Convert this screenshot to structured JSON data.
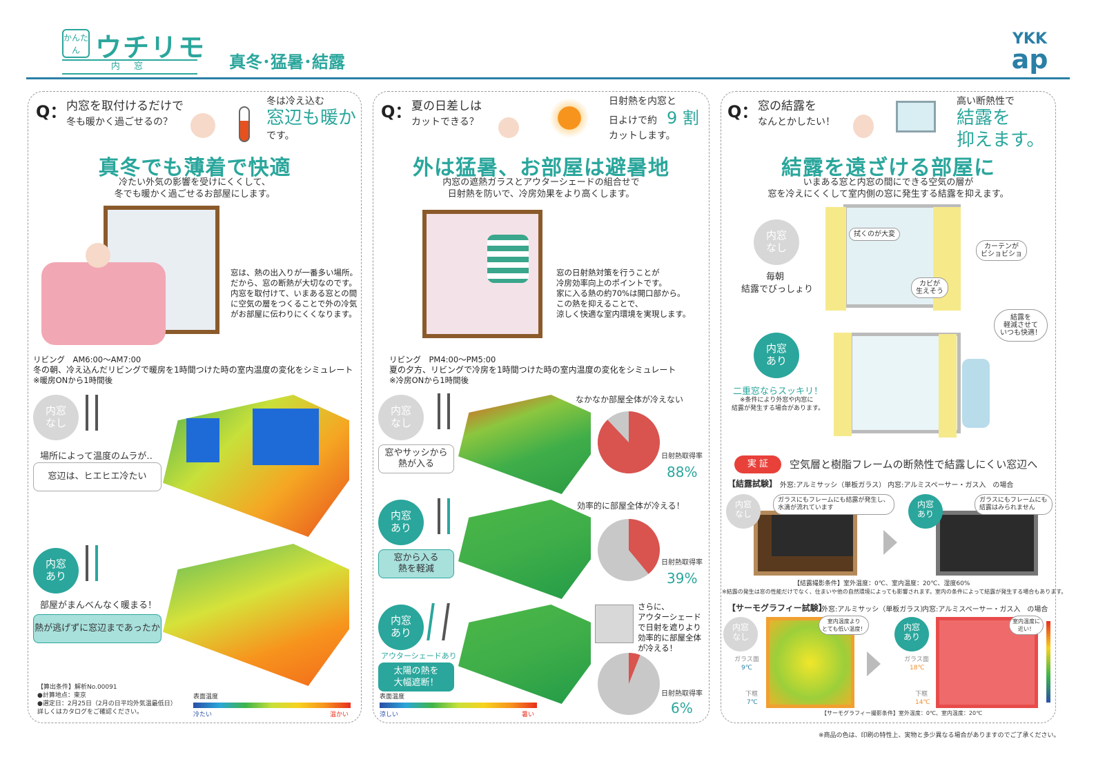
{
  "header": {
    "logo_box": "かんたん",
    "logo_main": "ウチリモ",
    "logo_sub": "内 窓",
    "title": "真冬･猛暑･結露",
    "brand_top": "YKK",
    "brand_bottom": "ap"
  },
  "p1": {
    "q_mark": "Q：",
    "question_l1": "内窓を取付けるだけで",
    "question_l2": "冬も暖かく過ごせるの？",
    "ans_small1": "冬は冷え込む",
    "ans_big": "窓辺も暖か",
    "ans_small2": "です。",
    "headline": "真冬でも薄着で快適",
    "sub_l1": "冷たい外気の影響を受けにくくして、",
    "sub_l2": "冬でも暖かく過ごせるお部屋にします。",
    "body": [
      "窓は、熱の出入りが一番多い場所。",
      "だから、窓の断熱が大切なのです。",
      "内窓を取付けて、いまある窓との間",
      "に空気の層をつくることで外の冷気",
      "がお部屋に伝わりにくくなります。"
    ],
    "sim_l1": "リビング　AM6:00〜AM7:00",
    "sim_l2": "冬の朝、冷え込んだリビングで暖房を1時間つけた時の室内温度の変化をシミュレート",
    "sim_l3": "※暖房ONから1時間後",
    "without_label": "内窓\nなし",
    "without_caption": "場所によって温度のムラが‥",
    "without_box": "窓辺は、ヒエヒエ冷たい",
    "with_label": "内窓\nあり",
    "with_caption": "部屋がまんべんなく暖まる！",
    "with_box": "熱が逃げずに窓辺まであったか",
    "cond_l1": "【算出条件】解析No.00091",
    "cond_l2": "●計算地点：東京",
    "cond_l3": "●選定日：2月25日（2月の日平均外気温最低日）",
    "cond_l4": "詳しくはカタログをご確認ください。",
    "scale_title": "表面温度",
    "scale_cold": "冷たい",
    "scale_warm": "温かい"
  },
  "p2": {
    "q_mark": "Q：",
    "question_l1": "夏の日差しは",
    "question_l2": "カットできる？",
    "ans_l1": "日射熱を内窓と",
    "ans_l2a": "日よけで約",
    "ans_big": "9 割",
    "ans_l3": "カットします。",
    "headline": "外は猛暑、お部屋は避暑地",
    "sub_l1": "内窓の遮熱ガラスとアウターシェードの組合せで",
    "sub_l2": "日射熱を防いで、冷房効果をより高くします。",
    "body": [
      "窓の日射熱対策を行うことが",
      "冷房効率向上のポイントです。",
      "家に入る熱の約70%は開口部から。",
      "この熱を抑えることで、",
      "涼しく快適な室内環境を実現します。"
    ],
    "sim_l1": "リビング　PM4:00〜PM5:00",
    "sim_l2": "夏の夕方、リビングで冷房を1時間つけた時の室内温度の変化をシミュレート",
    "sim_l3": "※冷房ONから1時間後",
    "row1_label": "内窓\nなし",
    "row1_box": "窓やサッシから\n熱が入る",
    "row1_caption": "なかなか部屋全体が冷えない",
    "row1_rate_label": "日射熱取得率",
    "row1_rate": "88%",
    "row2_label": "内窓\nあり",
    "row2_box": "窓から入る\n熱を軽減",
    "row2_caption": "効率的に部屋全体が冷える！",
    "row2_rate_label": "日射熱取得率",
    "row2_rate": "39%",
    "row3_label": "内窓\nあり",
    "row3_sub": "アウターシェードあり",
    "row3_box": "太陽の熱を\n大幅遮断！",
    "row3_note": [
      "さらに、",
      "アウターシェード",
      "で日射を遮りより",
      "効率的に部屋全体",
      "が冷える！"
    ],
    "row3_rate_label": "日射熱取得率",
    "row3_rate": "6%",
    "scale_title": "表面温度",
    "scale_cold": "涼しい",
    "scale_warm": "暑い",
    "chart_data": {
      "type": "pie",
      "series": [
        {
          "name": "",
          "values": [
            88
          ]
        },
        {
          "name": "",
          "values": [
            39
          ]
        },
        {
          "name": "",
          "values": [
            6
          ]
        }
      ]
    }
  },
  "p3": {
    "q_mark": "Q：",
    "question_l1": "窓の結露を",
    "question_l2": "なんとかしたい！",
    "ans_small": "高い断熱性で",
    "ans_big1": "結露を",
    "ans_big2": "抑えます。",
    "headline": "結露を遠ざける部屋に",
    "sub_l1": "いまある窓と内窓の間にできる空気の層が",
    "sub_l2": "窓を冷えにくくして室内側の窓に発生する結露を抑えます。",
    "without_label": "内窓\nなし",
    "without_cap_l1": "毎朝",
    "without_cap_l2": "結露でびっしょり",
    "bubble1": "拭くのが大変",
    "bubble2": "カーテンが\nビショビショ",
    "bubble3": "カビが\n生えそう",
    "with_label": "内窓\nあり",
    "bubble4": "結露を\n軽減させて\nいつも快適！",
    "with_caption": "二重窓ならスッキリ！",
    "with_note_l1": "※条件により外窓や内窓に",
    "with_note_l2": "結露が発生する場合があります。",
    "proof_badge": "実 証",
    "proof_title": "空気層と樹脂フレームの断熱性で結露しにくい窓辺へ",
    "test1_title": "【結露試験】",
    "test1_outer": "外窓:アルミサッシ（単板ガラス）",
    "test1_inner": "内窓:アルミスペーサー・ガス入　の場合",
    "test1_without": "内窓\nなし",
    "test1_bubble1": "ガラスにもフレームにも結露が発生し、\n水滴が流れています",
    "test1_with": "内窓\nあり",
    "test1_bubble2": "ガラスにもフレームにも\n結露はみられません",
    "test1_cond": "【結露撮影条件】室外温度：0℃、室内温度：20℃、湿度60%",
    "test1_note": "※結露の発生は窓の性能だけでなく、住まいや他の自然環境によっても影響されます。室内の条件によって結露が発生する場合もあります。",
    "test2_title": "【サーモグラフィー試験】",
    "test2_outer": "外窓:アルミサッシ（単板ガラス）",
    "test2_inner": "内窓:アルミスペーサー・ガス入　の場合",
    "test2_without": "内窓\nなし",
    "test2_bubble1": "室内温度より\nとても低い温度！",
    "test2_glass_lbl1": "ガラス面",
    "test2_glass_val1": "9℃",
    "test2_frame_lbl1": "下框",
    "test2_frame_val1": "7℃",
    "test2_with": "内窓\nあり",
    "test2_bubble2": "室内温度に\n近い！",
    "test2_glass_lbl2": "ガラス面",
    "test2_glass_val2": "18℃",
    "test2_frame_lbl2": "下框",
    "test2_frame_val2": "14℃",
    "test2_cond": "【サーモグラフィー撮影条件】室外温度：0℃、室内温度：20℃"
  },
  "footer": "※商品の色は、印刷の特性上、実物と多少異なる場合がありますのでご了承ください。"
}
